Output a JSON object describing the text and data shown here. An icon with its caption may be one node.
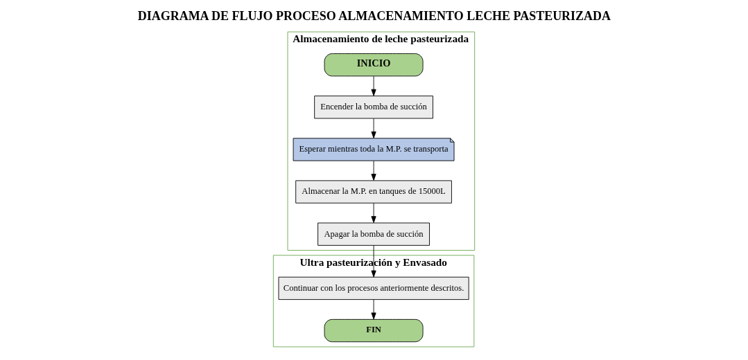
{
  "diagram": {
    "title": "DIAGRAMA DE FLUJO PROCESO ALMACENAMIENTO LECHE PASTEURIZADA",
    "nodes": [
      {
        "text": [
          "Almacenamiento de leche pasteurizada"
        ]
      },
      {
        "text": [
          "Ultra pasteurización y Envasado"
        ]
      },
      {
        "text": [
          "INICIO"
        ],
        "in": 0
      },
      {
        "text": [
          "Encender la bomba de succión"
        ],
        "in": 0
      },
      {
        "text": [
          "Esperar mientras toda la M.P. se transporta"
        ],
        "in": 0
      },
      {
        "text": [
          "Almacenar la M.P. en tanques de 15000L"
        ],
        "in": 0
      },
      {
        "text": [
          "Apagar la bomba de succión"
        ],
        "in": 0
      },
      {
        "text": [
          "Continuar con los procesos anteriormente descritos."
        ],
        "in": 1
      },
      {
        "text": [
          "FIN"
        ],
        "in": 1
      }
    ],
    "edges": [
      {
        "from": 2,
        "to": 3,
        "arrow": "to"
      },
      {
        "from": 3,
        "to": 4,
        "arrow": "to"
      },
      {
        "from": 4,
        "to": 5,
        "arrow": "to"
      },
      {
        "from": 5,
        "to": 6,
        "arrow": "to"
      },
      {
        "from": 6,
        "to": 7,
        "arrow": "to"
      },
      {
        "from": 7,
        "to": 8,
        "arrow": "to"
      }
    ]
  }
}
